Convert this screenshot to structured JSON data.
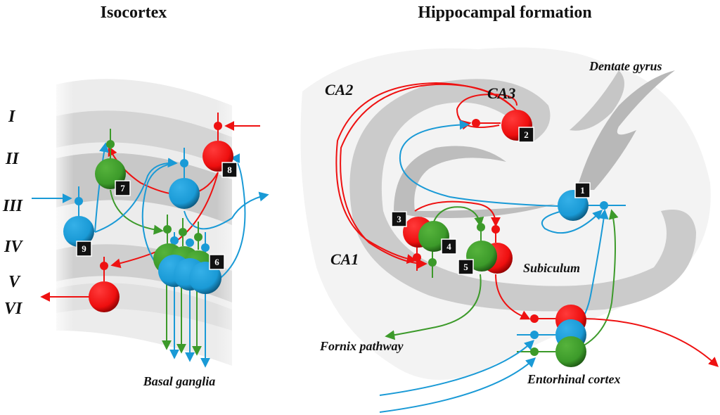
{
  "titles": {
    "isocortex": "Isocortex",
    "hippocampal": "Hippocampal formation"
  },
  "isocortex_layers": [
    "I",
    "II",
    "III",
    "IV",
    "V",
    "VI"
  ],
  "isocortex_labels": {
    "output": "Basal ganglia"
  },
  "hippocampal_labels": {
    "ca1": "CA1",
    "ca2": "CA2",
    "ca3": "CA3",
    "dentate": "Dentate gyrus",
    "subiculum": "Subiculum",
    "fornix": "Fornix pathway",
    "entorhinal": "Entorhinal cortex"
  },
  "neuron_badges": {
    "n1": "1",
    "n2": "2",
    "n3": "3",
    "n4": "4",
    "n5": "5",
    "n6": "6",
    "n7": "7",
    "n8": "8",
    "n9": "9"
  },
  "colors": {
    "red": "#ee1111",
    "blue": "#1a9ad6",
    "green": "#3c9a2a"
  }
}
